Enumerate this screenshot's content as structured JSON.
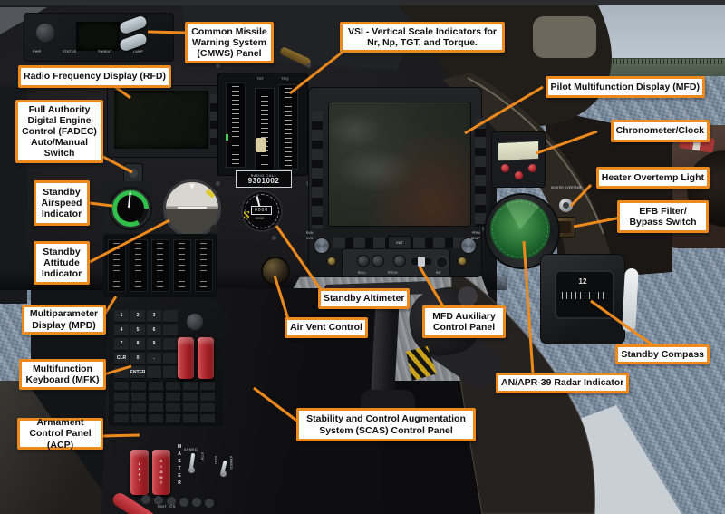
{
  "callouts": {
    "cmws": "Common Missile Warning System (CMWS) Panel",
    "rfd": "Radio Frequency Display (RFD)",
    "vsi": "VSI - Vertical Scale Indicators for Nr, Np, TGT, and Torque.",
    "fadec": "Full Authority Digital Engine Control (FADEC) Auto/Manual Switch",
    "airspeed": "Standby Airspeed Indicator",
    "attitude": "Standby Attitude Indicator",
    "mpd": "Multiparameter Display (MPD)",
    "mfk": "Multifunction Keyboard (MFK)",
    "acp": "Armament Control Panel (ACP)",
    "mfd": "Pilot Multifunction Display (MFD)",
    "chrono": "Chronometer/Clock",
    "heater": "Heater Overtemp Light",
    "efb": "EFB Filter/ Bypass Switch",
    "compass": "Standby Compass",
    "apr39": "AN/APR-39 Radar Indicator",
    "mfdaux": "MFD Auxiliary Control Panel",
    "altimeter": "Standby Altimeter",
    "airvent": "Air Vent Control",
    "scas": "Stability and Control Augmentation System (SCAS) Control Panel"
  },
  "colors": {
    "callout_border": "#ED8A1E",
    "callout_bg": "#FFFFFF",
    "callout_text": "#111111",
    "radar_green": "#2F7C3C",
    "guard_red": "#A21F26"
  },
  "cockpit": {
    "cmws_labels": [
      "PWR",
      "STATUS",
      "THREAT",
      "LAMP"
    ],
    "vsi_labels": {
      "tgt": "TGT",
      "trq": "TRQ"
    },
    "radio_call": {
      "title": "RADIO CALL",
      "number": "9301002"
    },
    "altimeter": {
      "label": "ALT",
      "drum": "0000",
      "kollsman": "2992"
    },
    "mfd_controls": {
      "run": "RUN",
      "nvs": "NVS",
      "prim": "PRIM",
      "bkup": "BKUP",
      "init": "INIT"
    },
    "aux_panel": {
      "roll": "ROLL",
      "pitch": "PITCH",
      "int": "INT"
    },
    "mfk_keys": [
      "1",
      "2",
      "3",
      "",
      "4",
      "5",
      "6",
      "",
      "7",
      "8",
      "9",
      "",
      "CLR",
      "0",
      ".",
      "",
      "",
      "ENTER",
      "",
      ""
    ],
    "heater_light_label": "HEATER OVERTEMP",
    "acp": {
      "master": "MASTER",
      "left": "LEFT",
      "right": "RIGHT",
      "armed": "ARMED",
      "stby": "STBY",
      "gun": "GUN"
    },
    "compass_heading": "12",
    "bottom_label": "RMT ICS"
  }
}
